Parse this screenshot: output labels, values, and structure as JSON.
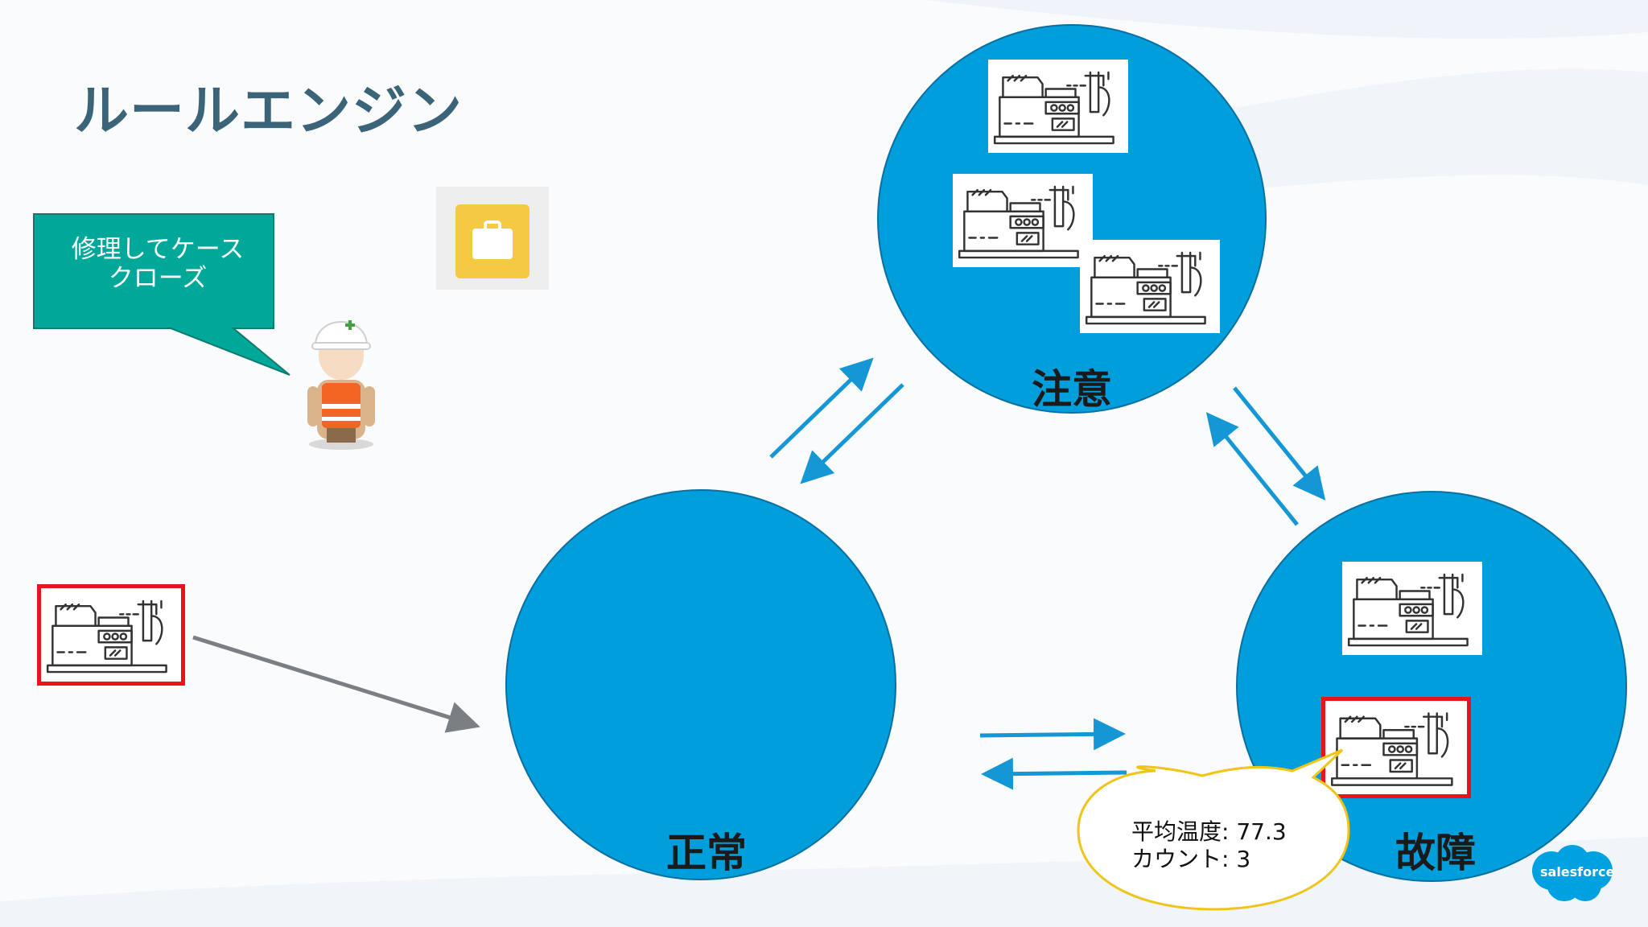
{
  "title": "ルールエンジン",
  "callout": {
    "text": "修理してケース\nクローズ"
  },
  "states": {
    "normal": {
      "label": "正常"
    },
    "caution": {
      "label": "注意"
    },
    "failure": {
      "label": "故障"
    }
  },
  "status_bubble": {
    "line1": "平均温度: 77.3",
    "line2": "カウント: 3"
  },
  "brand": {
    "logo_text": "salesforce"
  },
  "icons": {
    "worker": "worker-with-helmet-icon",
    "case": "briefcase-icon",
    "machine": "industrial-machine-icon"
  },
  "colors": {
    "circle": "#009edb",
    "arrow": "#1597d6",
    "input_arrow": "#7a7f84",
    "callout": "#00a89a",
    "alert_border": "#e8141b",
    "title": "#3b6478",
    "case_icon": "#f4c943",
    "bubble_border": "#f0c419"
  }
}
